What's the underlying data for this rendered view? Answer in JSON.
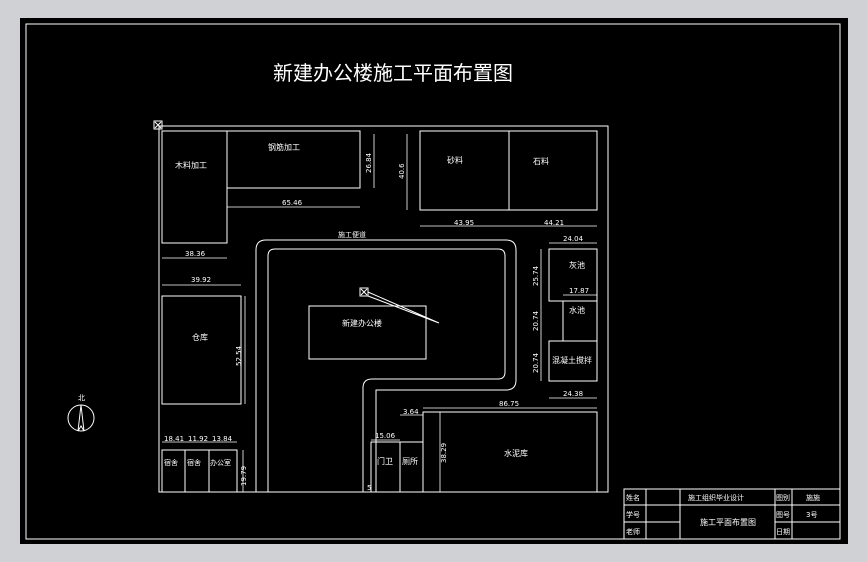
{
  "title": "新建办公楼施工平面布置图",
  "areas": {
    "wood": "木料加工",
    "rebar": "钢筋加工",
    "sand": "砂料",
    "stone": "石料",
    "road": "施工便道",
    "lime": "灰池",
    "water_pool": "水池",
    "mixer": "混凝土搅拌",
    "warehouse": "仓库",
    "building": "新建办公楼",
    "cement": "水泥库",
    "gate": "门卫",
    "toilet": "厕所",
    "dorm1": "宿舍",
    "dorm2": "宿舍",
    "office": "办公室"
  },
  "dims": {
    "d2684": "26.84",
    "d406": "40.6",
    "d6546": "65.46",
    "d3836": "38.36",
    "d4395": "43.95",
    "d4421": "44.21",
    "d2404": "24.04",
    "d2574": "25.74",
    "d1787": "17.87",
    "d2074a": "20.74",
    "d2074b": "20.74",
    "d2438": "24.38",
    "d3992": "39.92",
    "d5254": "52.54",
    "d8675": "86.75",
    "d364": "3.64",
    "d1506": "15.06",
    "d3829": "38.29",
    "d1841": "18.41",
    "d1192": "11.92",
    "d1384": "13.84",
    "d1979": "19.79",
    "d5": "5"
  },
  "north": "北",
  "title_block": {
    "c1": "姓名",
    "c2": "学号",
    "c3": "老师",
    "c4": "施工组织毕业设计",
    "c5": "施工平面布置图",
    "c6": "图别",
    "c7": "施施",
    "c8": "图号",
    "c9": "3号",
    "c10": "日期"
  }
}
